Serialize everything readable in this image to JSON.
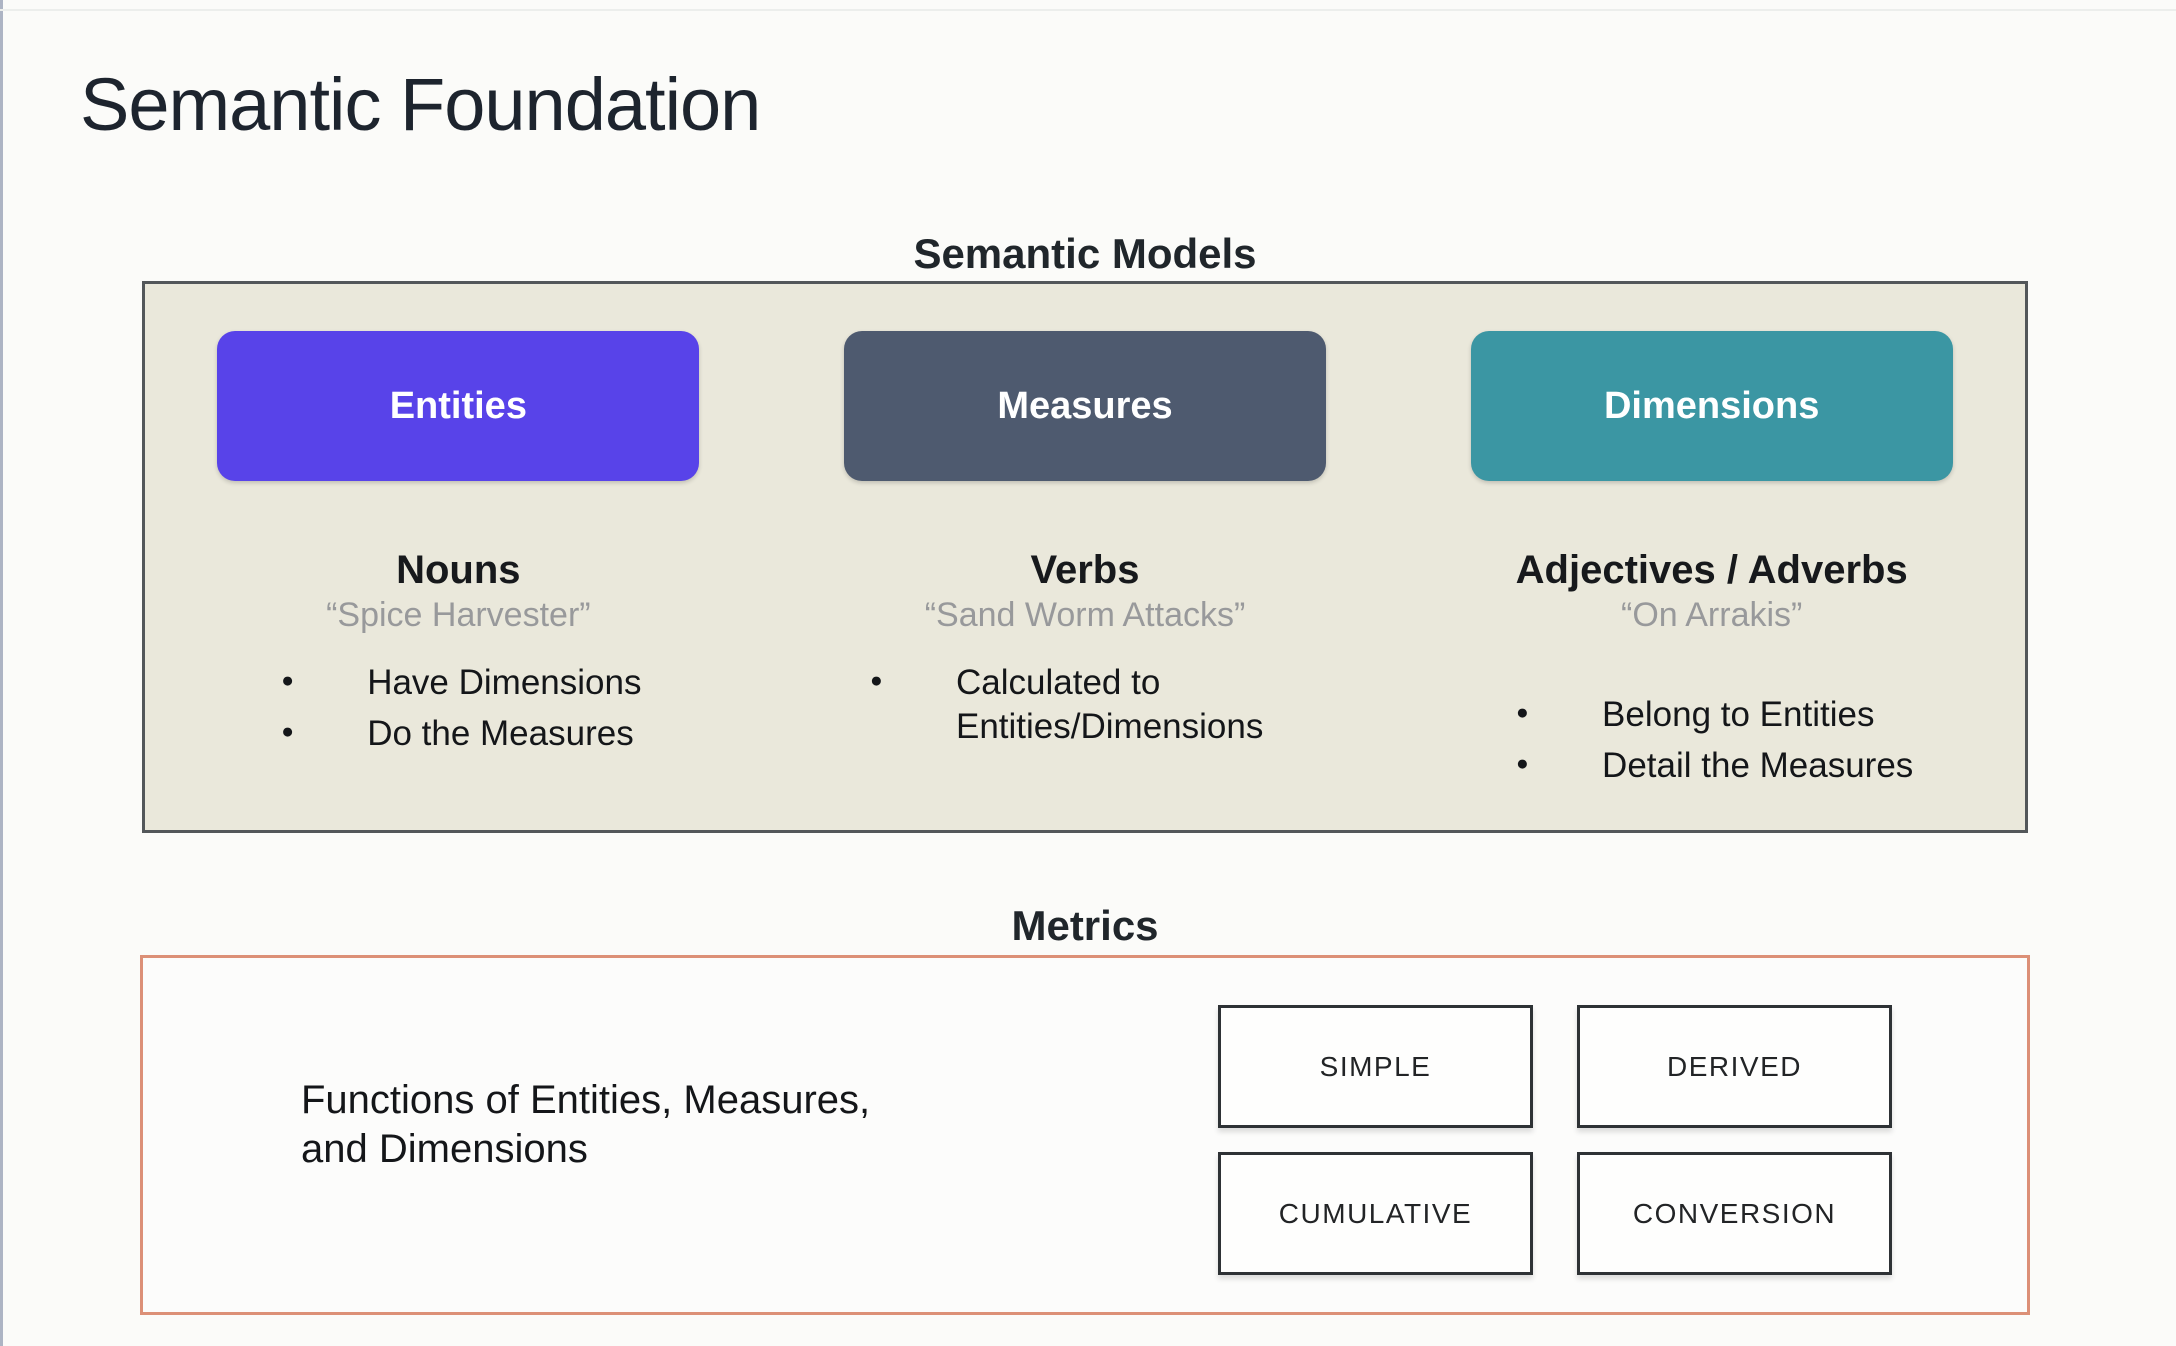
{
  "title": "Semantic Foundation",
  "semantic_models": {
    "heading": "Semantic Models",
    "panel_bg": "#EAE8DB",
    "panel_border": "#53575A",
    "columns": [
      {
        "button": "Entities",
        "button_color": "#5843E9",
        "role": "Nouns",
        "example": "“Spice Harvester”",
        "bullets": [
          "Have Dimensions",
          "Do the Measures"
        ]
      },
      {
        "button": "Measures",
        "button_color": "#4E5A6F",
        "role": "Verbs",
        "example": "“Sand Worm Attacks”",
        "bullets": [
          "Calculated to Entities/Dimensions"
        ]
      },
      {
        "button": "Dimensions",
        "button_color": "#3B96A3",
        "role": "Adjectives / Adverbs",
        "example": "“On Arrakis”",
        "bullets": [
          "Belong to Entities",
          "Detail the Measures"
        ]
      }
    ]
  },
  "metrics": {
    "heading": "Metrics",
    "description_line1": "Functions of Entities, Measures,",
    "description_line2": "and Dimensions",
    "panel_border": "#DC9077",
    "types": [
      "SIMPLE",
      "DERIVED",
      "CUMULATIVE",
      "CONVERSION"
    ]
  }
}
